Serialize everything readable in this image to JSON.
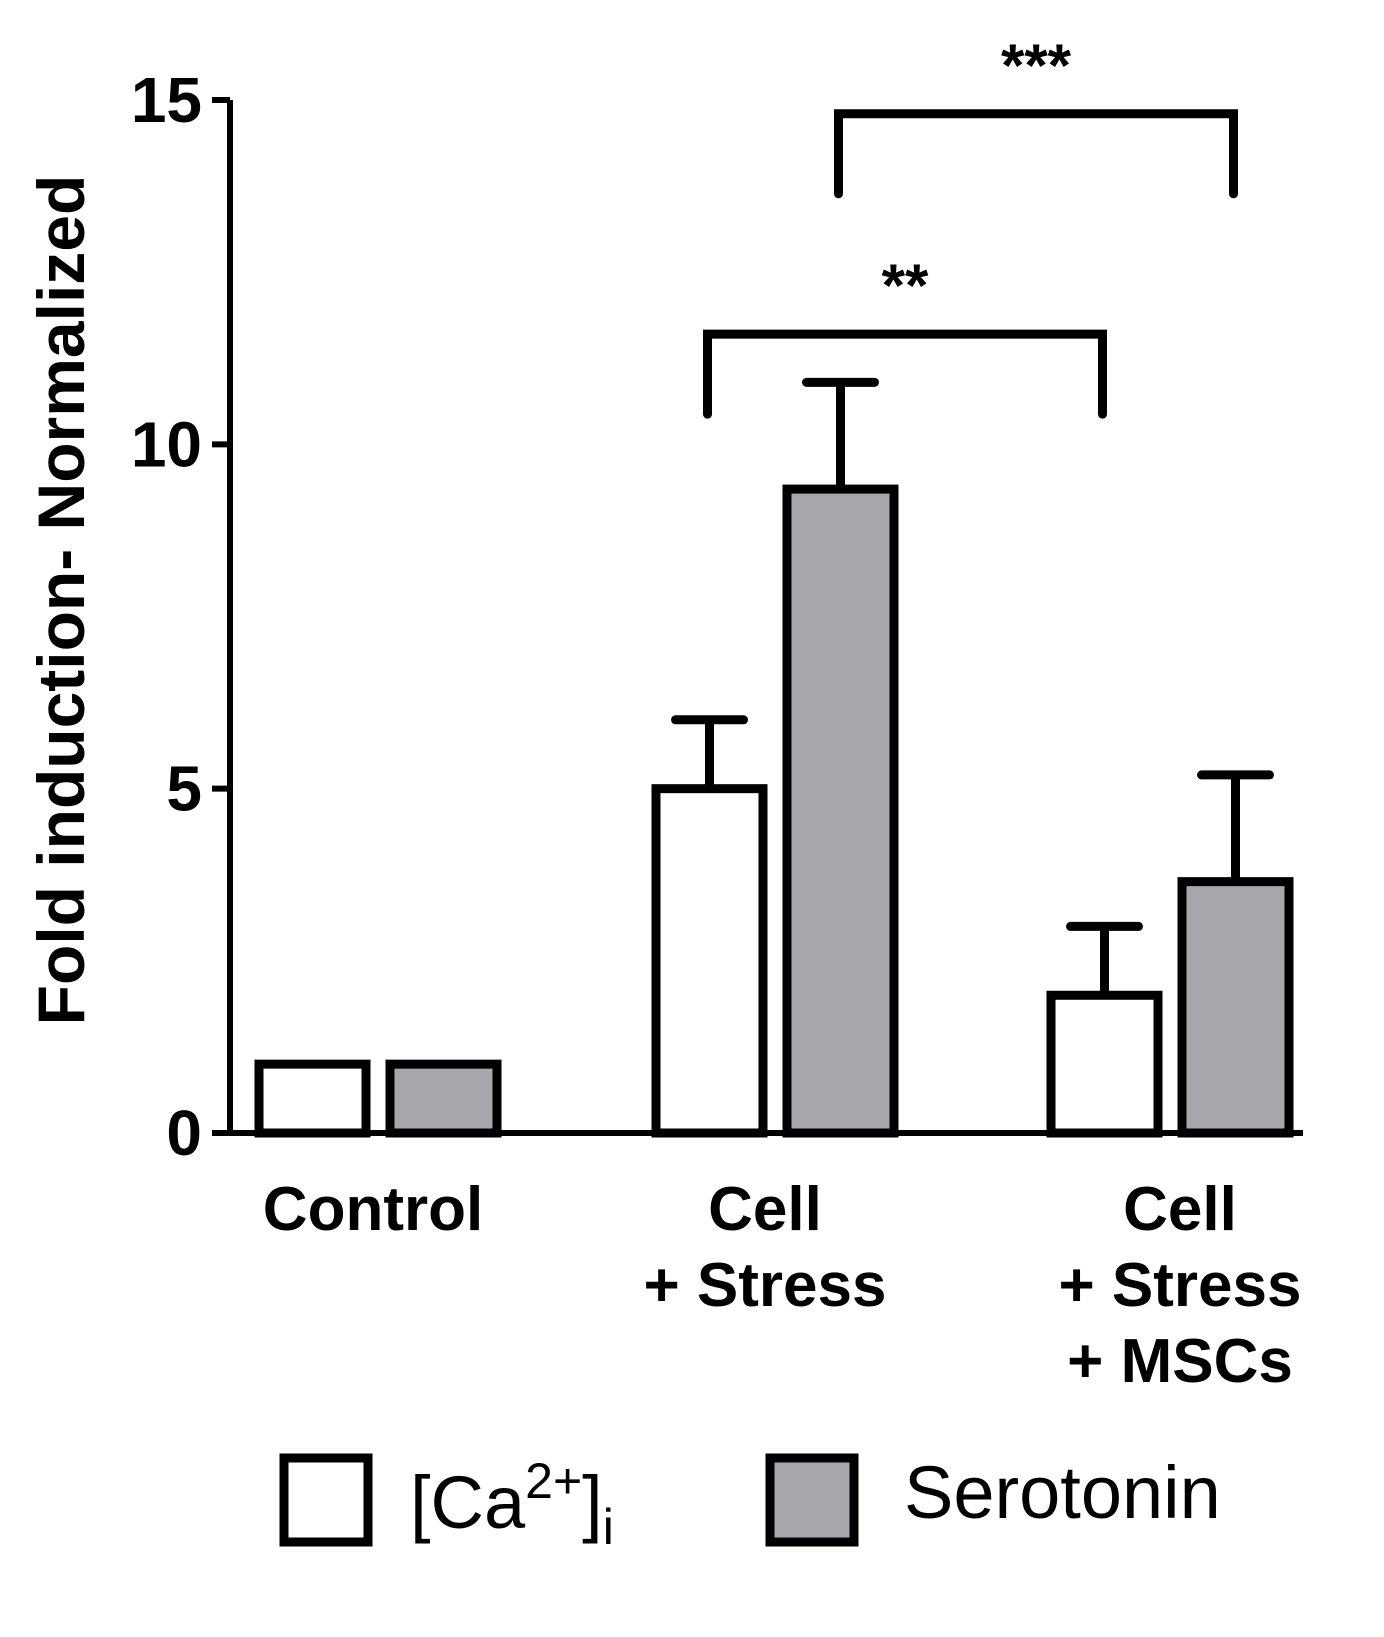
{
  "chart_data": {
    "type": "bar",
    "title": "",
    "xlabel": "",
    "ylabel": "Fold induction- Normalized",
    "ylim": [
      0,
      15
    ],
    "yticks": [
      0,
      5,
      10,
      15
    ],
    "grid": false,
    "legend_position": "bottom",
    "categories": [
      [
        "Control"
      ],
      [
        "Cell",
        "+ Stress"
      ],
      [
        "Cell",
        "+ Stress",
        "+ MSCs"
      ]
    ],
    "series": [
      {
        "name": "[Ca2+]i",
        "name_base": "[Ca",
        "name_sup": "2+",
        "name_close": "]",
        "name_sub": "i",
        "color": "#ffffff",
        "values": [
          1.0,
          5.0,
          2.0
        ],
        "errors": [
          0,
          1.0,
          1.0
        ]
      },
      {
        "name": "Serotonin",
        "color": "#a6a7aa",
        "values": [
          1.0,
          9.35,
          3.65
        ],
        "errors": [
          0,
          1.55,
          1.55
        ]
      }
    ],
    "annotations": [
      {
        "label": "**",
        "from_category": 1,
        "to_category": 2,
        "series": 0,
        "y": 11.6
      },
      {
        "label": "***",
        "from_category": 1,
        "to_category": 2,
        "series": 1,
        "y": 14.8
      }
    ]
  }
}
